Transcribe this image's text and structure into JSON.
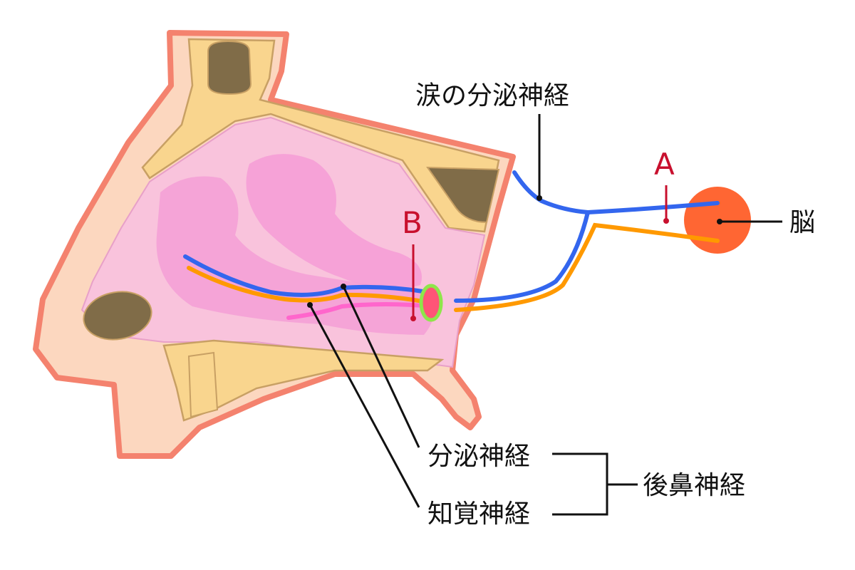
{
  "labels": {
    "tear_secretory_nerve": "涙の分泌神経",
    "brain": "脳",
    "secretory_nerve": "分泌神経",
    "sensory_nerve": "知覚神経",
    "posterior_nasal_nerve": "後鼻神経",
    "marker_a": "A",
    "marker_b": "B"
  },
  "colors": {
    "skin_outline": "#f4826e",
    "skin_fill": "#fcd7bf",
    "bone_fill": "#f9d58e",
    "bone_outline": "#c8a064",
    "cavity_fill": "#f9c3dc",
    "turbinate_fill": "#f59fd6",
    "sinus_fill": "#806c48",
    "secretory_nerve": "#3366ee",
    "sensory_nerve": "#ff9900",
    "branch_nerve": "#ff66cc",
    "brain": "#ff6633",
    "marker": "#c8102e",
    "ganglion_ring": "#8ee64a",
    "leader_line": "#111111"
  }
}
